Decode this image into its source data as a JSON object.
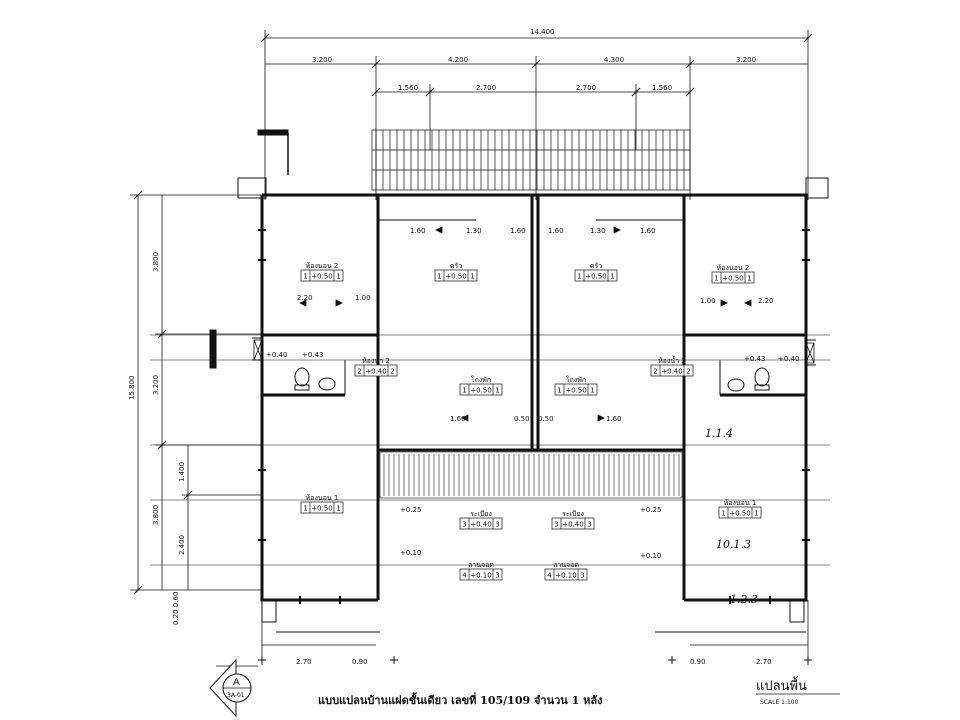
{
  "drawing": {
    "title": "แบบแปลนบ้านแฝดชั้นเดียว  เลขที่ 105/109  จำนวน  1 หลัง",
    "plan_label": "แปลนพื้น",
    "scale_text": "SCALE 1:100",
    "section_marker": {
      "letter": "A",
      "sheet": "3A-01"
    },
    "handwritten_notes": [
      "1.1.4",
      "10.1.3",
      "1.2.3"
    ]
  },
  "dimensions": {
    "overall_width": "14.400",
    "top_row": [
      "3.200",
      "4.200",
      "4.300",
      "3.200"
    ],
    "second_row": [
      "1.560",
      "2.700",
      "2.700",
      "1.560"
    ],
    "overall_height": "15.800",
    "left_outer": [
      "3.800",
      "3.200",
      "3.800",
      "0.20  0.60"
    ],
    "left_inner": [
      "1.400",
      "2.400"
    ],
    "bottom_left": [
      "2.70",
      "0.90"
    ],
    "bottom_right": [
      "0.90",
      "2.70"
    ],
    "interior": [
      "1.60",
      "1.30",
      "1.60",
      "1.60",
      "1.30",
      "1.60",
      "2.20",
      "1.00",
      "1.00",
      "2.20",
      "1.60",
      "0.50",
      "0.50",
      "1.60"
    ]
  },
  "rooms": [
    {
      "name": "ห้องนอน 2",
      "tag": [
        "1",
        "+0.50",
        "1"
      ]
    },
    {
      "name": "ครัว",
      "tag": [
        "1",
        "+0.50",
        "1"
      ]
    },
    {
      "name": "ครัว",
      "tag": [
        "1",
        "+0.50",
        "1"
      ]
    },
    {
      "name": "ห้องนอน 2",
      "tag": [
        "1",
        "+0.50",
        "1"
      ]
    },
    {
      "name": "ห้องน้ำ 2",
      "tag": [
        "2",
        "+0.40",
        "2"
      ]
    },
    {
      "name": "ห้องน้ำ 2",
      "tag": [
        "2",
        "+0.40",
        "2"
      ]
    },
    {
      "name": "โถงพัก",
      "tag": [
        "1",
        "+0.50",
        "1"
      ]
    },
    {
      "name": "โถงพัก",
      "tag": [
        "1",
        "+0.50",
        "1"
      ]
    },
    {
      "name": "ห้องนอน 1",
      "tag": [
        "1",
        "+0.50",
        "1"
      ]
    },
    {
      "name": "ห้องนอน 1",
      "tag": [
        "1",
        "+0.50",
        "1"
      ]
    },
    {
      "name": "ระเบียง",
      "tag": [
        "3",
        "+0.40",
        "3"
      ]
    },
    {
      "name": "ระเบียง",
      "tag": [
        "3",
        "+0.40",
        "3"
      ]
    },
    {
      "name": "ลานจอด",
      "tag": [
        "4",
        "+0.10",
        "3"
      ]
    },
    {
      "name": "ลานจอด",
      "tag": [
        "4",
        "+0.10",
        "3"
      ]
    }
  ],
  "levels": [
    "+0.40",
    "+0.43",
    "+0.43",
    "+0.40",
    "+0.25",
    "+0.25",
    "+0.10",
    "+0.10"
  ],
  "colors": {
    "line": "#111111",
    "paper": "#ffffff"
  }
}
